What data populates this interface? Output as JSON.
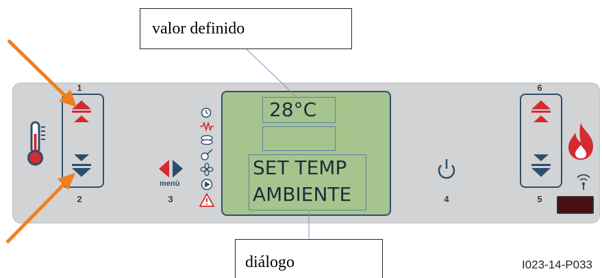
{
  "callouts": {
    "top": "valor definido",
    "bottom": "diálogo"
  },
  "display": {
    "set_value": "28°C",
    "dialog_line1": "SET TEMP",
    "dialog_line2": "AMBIENTE"
  },
  "buttons": {
    "b1": "1",
    "b2": "2",
    "b3": "3",
    "b4": "4",
    "b5": "5",
    "b6": "6",
    "menu_label": "menù"
  },
  "figure_code": "I023-14-P033",
  "colors": {
    "panel": "#d2d3d5",
    "lcd": "#a6c48d",
    "navy": "#2d4e6b",
    "red": "#d52a2f",
    "orange_arrow": "#f07f1e"
  },
  "icons": [
    "thermometer-icon",
    "clock-icon",
    "resistor-icon",
    "pellet-icon",
    "igniter-icon",
    "fan-icon",
    "pump-icon",
    "warning-icon",
    "power-icon",
    "flame-icon",
    "wireless-icon"
  ]
}
